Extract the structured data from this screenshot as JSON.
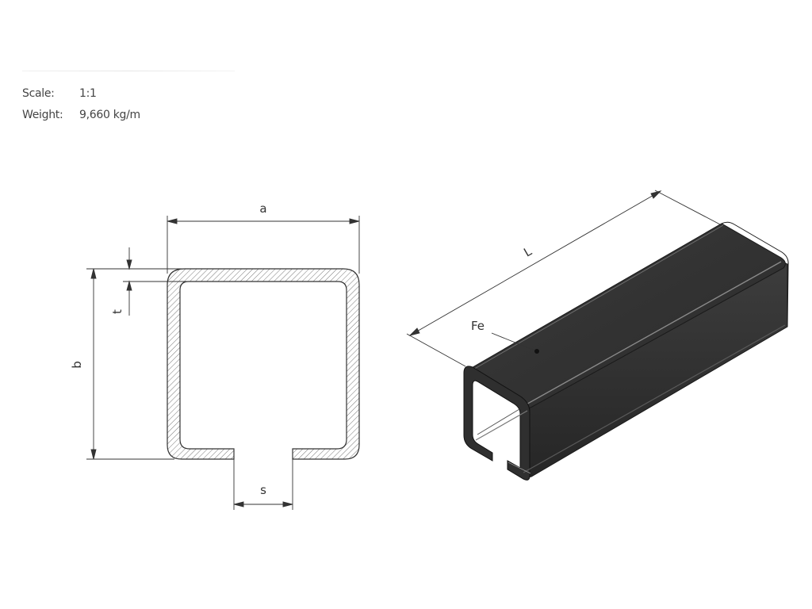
{
  "info": {
    "scale_label": "Scale:",
    "scale_value": "1:1",
    "weight_label": "Weight:",
    "weight_value": "9,660 kg/m"
  },
  "cross_section": {
    "dimension_a": "a",
    "dimension_b": "b",
    "dimension_t": "t",
    "dimension_s": "s"
  },
  "isometric": {
    "dimension_L": "L",
    "material_label": "Fe"
  },
  "colors": {
    "line": "#333333",
    "profile_dark": "#2d2d2d",
    "profile_mid": "#3c3c3c"
  }
}
